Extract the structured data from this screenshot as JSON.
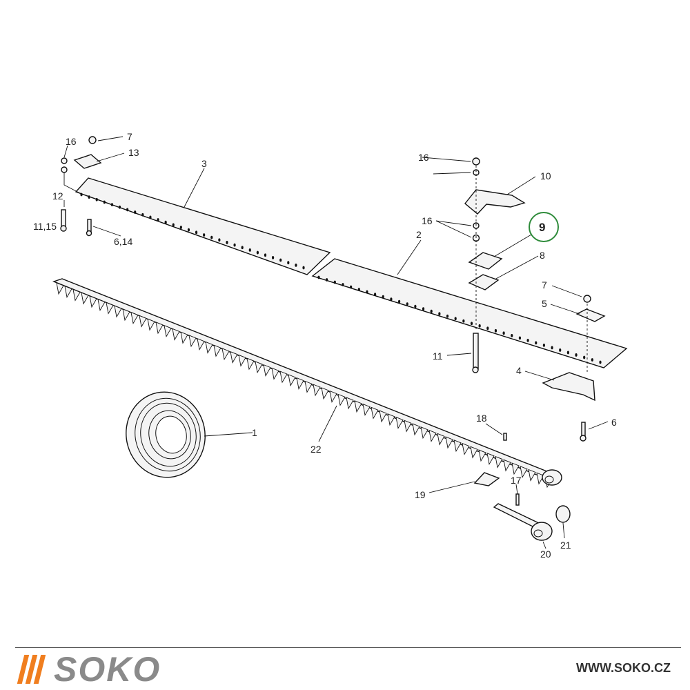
{
  "diagram": {
    "highlight_color": "#2e8b3a",
    "labels": {
      "p1": "1",
      "p2": "2",
      "p3": "3",
      "p4": "4",
      "p5": "5",
      "p6_right": "6",
      "p6_14": "6,14",
      "p7_left": "7",
      "p7_right": "7",
      "p8": "8",
      "p9": "9",
      "p10": "10",
      "p11": "11",
      "p11_15": "11,15",
      "p12": "12",
      "p13": "13",
      "p16_left": "16",
      "p16_top": "16",
      "p16_mid": "16",
      "p17": "17",
      "p18": "18",
      "p19": "19",
      "p20": "20",
      "p21": "21",
      "p22": "22"
    }
  },
  "footer": {
    "brand": "SOKO",
    "brand_accent": "#f07e1f",
    "website": "WWW.SOKO.CZ"
  }
}
